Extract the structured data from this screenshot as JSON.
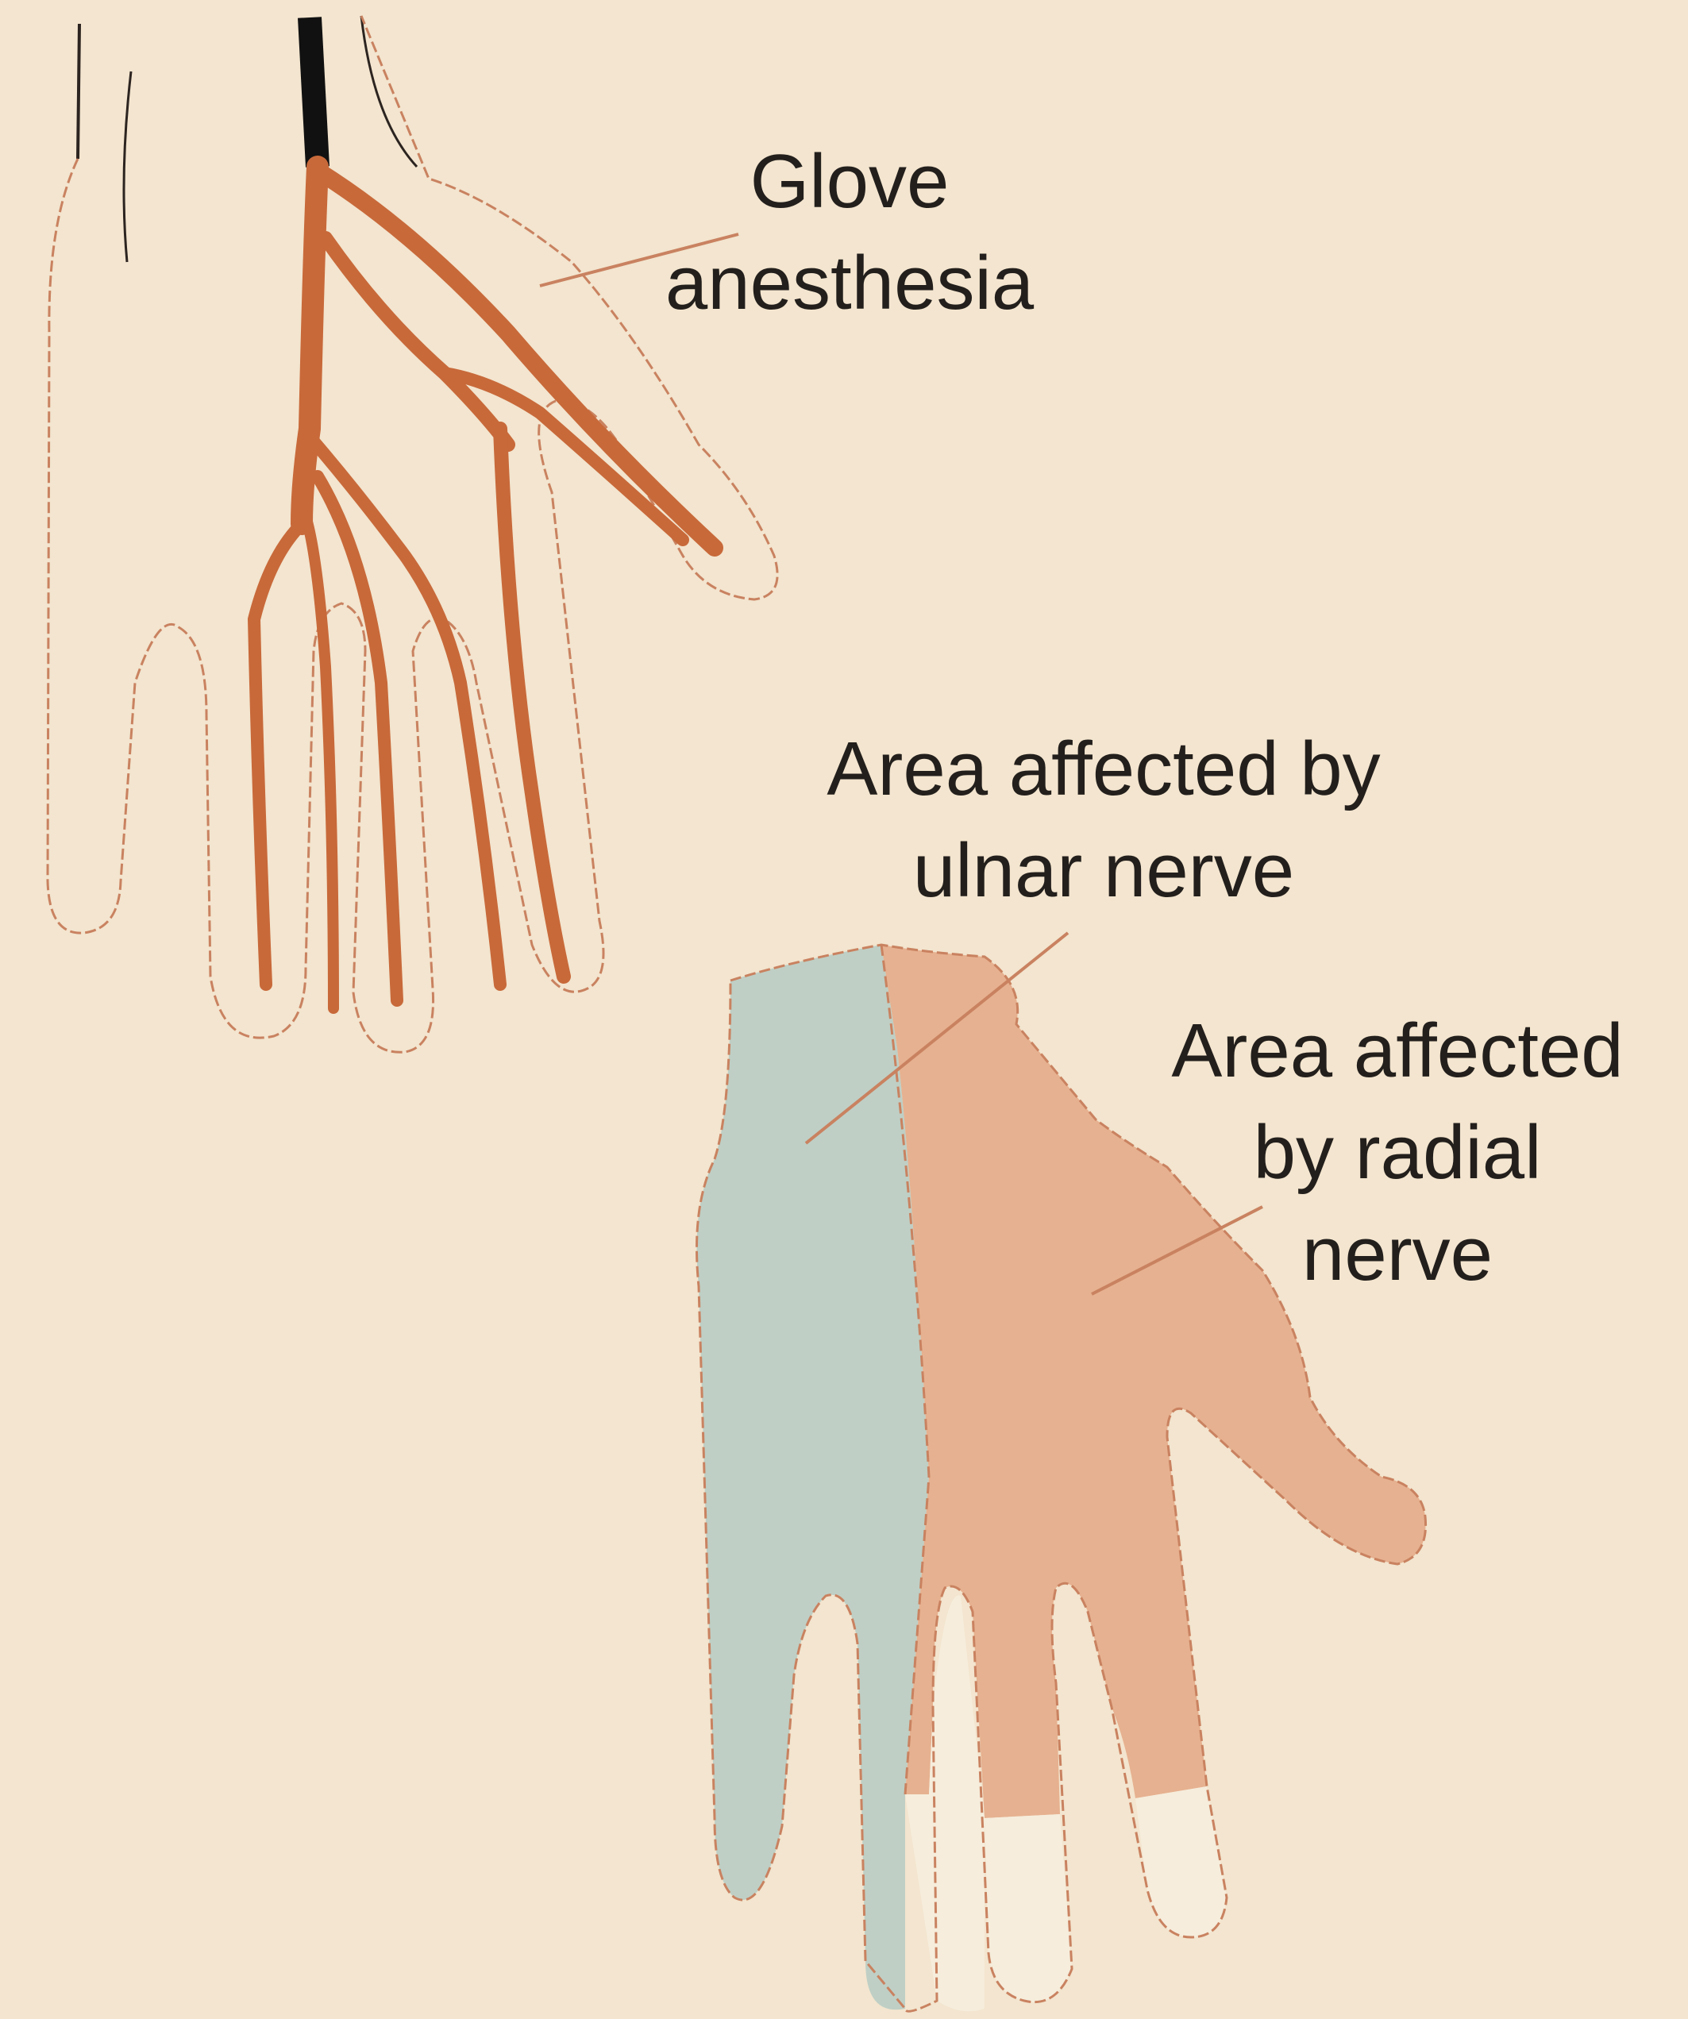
{
  "labels": {
    "glove": [
      "Glove",
      "anesthesia"
    ],
    "ulnar": [
      "Area affected by",
      "ulnar nerve"
    ],
    "radial": [
      "Area affected",
      "by radial",
      "nerve"
    ]
  },
  "colors": {
    "background": "#f3e5cf",
    "nerve": "#c8693a",
    "outline": "#c98260",
    "ulnar_area": "#bfcfc5",
    "radial_area": "#e6b190",
    "text": "#231f1c"
  }
}
